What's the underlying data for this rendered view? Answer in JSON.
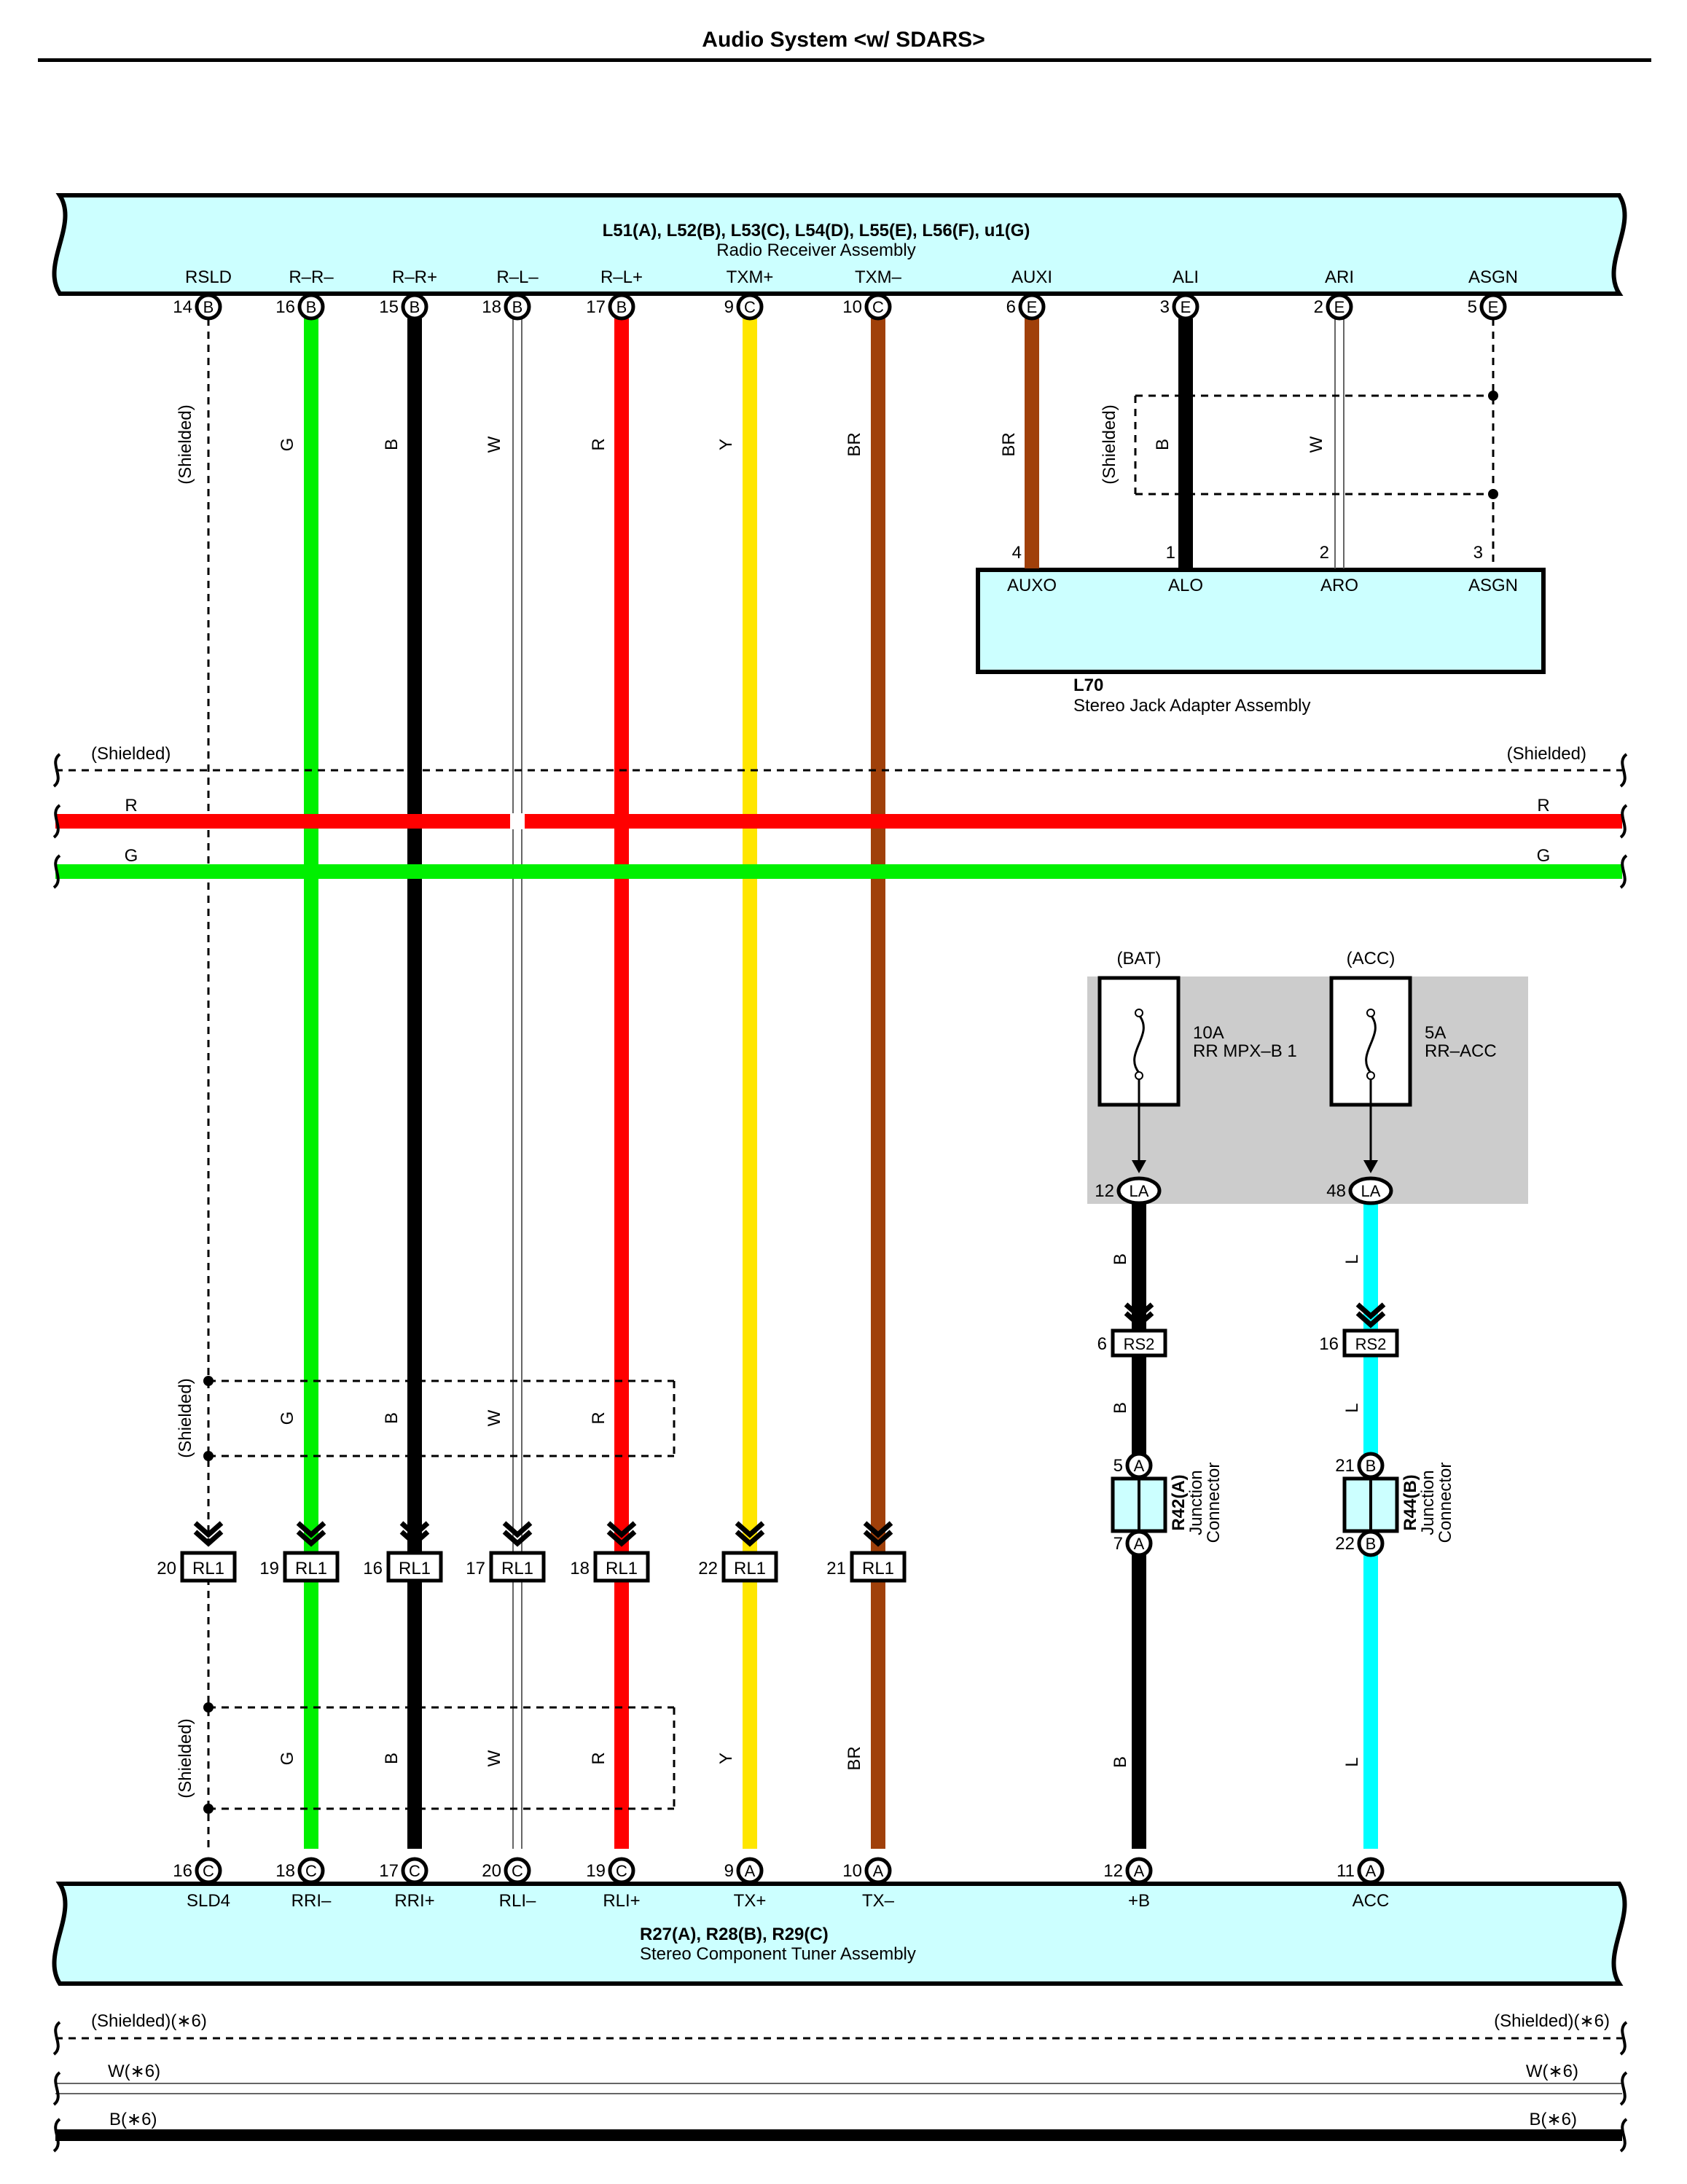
{
  "title": "Audio System <w/ SDARS>",
  "colors": {
    "G": "#00f000",
    "B": "#000000",
    "W": "#ffffff",
    "R": "#ff0000",
    "Y": "#ffe600",
    "BR": "#a0400a",
    "L": "#00ffff",
    "component_fill": "#ccffff",
    "relay_box_fill": "#cccccc"
  },
  "radio_receiver": {
    "part_ids": "L51(A), L52(B), L53(C), L54(D), L55(E), L56(F), u1(G)",
    "name": "Radio Receiver Assembly",
    "pins": [
      {
        "label": "RSLD",
        "num": "14",
        "conn": "B"
      },
      {
        "label": "R–R–",
        "num": "16",
        "conn": "B"
      },
      {
        "label": "R–R+",
        "num": "15",
        "conn": "B"
      },
      {
        "label": "R–L–",
        "num": "18",
        "conn": "B"
      },
      {
        "label": "R–L+",
        "num": "17",
        "conn": "B"
      },
      {
        "label": "TXM+",
        "num": "9",
        "conn": "C"
      },
      {
        "label": "TXM–",
        "num": "10",
        "conn": "C"
      },
      {
        "label": "AUXI",
        "num": "6",
        "conn": "E"
      },
      {
        "label": "ALI",
        "num": "3",
        "conn": "E"
      },
      {
        "label": "ARI",
        "num": "2",
        "conn": "E"
      },
      {
        "label": "ASGN",
        "num": "5",
        "conn": "E"
      }
    ]
  },
  "upper_wire_labels": [
    "(Shielded)",
    "G",
    "B",
    "W",
    "R",
    "Y",
    "BR",
    "BR",
    "(Shielded)",
    "B",
    "W"
  ],
  "jack_adapter": {
    "part_id": "L70",
    "name": "Stereo Jack Adapter Assembly",
    "pins": [
      {
        "label": "AUXO",
        "num": "4"
      },
      {
        "label": "ALO",
        "num": "1"
      },
      {
        "label": "ARO",
        "num": "2"
      },
      {
        "label": "ASGN",
        "num": "3"
      }
    ]
  },
  "bus_top": {
    "shielded_left": "(Shielded)",
    "shielded_right": "(Shielded)",
    "r_left": "R",
    "r_right": "R",
    "g_left": "G",
    "g_right": "G"
  },
  "fuses": [
    {
      "source": "(BAT)",
      "amp": "10A",
      "name": "RR MPX–B 1",
      "pin_num": "12",
      "conn": "LA",
      "wire1": "B",
      "rs_num": "6",
      "rs_conn": "RS2",
      "wire2": "B",
      "junction": {
        "top_num": "5",
        "top_conn": "A",
        "bot_num": "7",
        "bot_conn": "A",
        "id": "R42(A)",
        "name": "Junction",
        "name2": "Connector"
      },
      "wire3": "B"
    },
    {
      "source": "(ACC)",
      "amp": "5A",
      "name": "RR–ACC",
      "pin_num": "48",
      "conn": "LA",
      "wire1": "L",
      "rs_num": "16",
      "rs_conn": "RS2",
      "wire2": "L",
      "junction": {
        "top_num": "21",
        "top_conn": "B",
        "bot_num": "22",
        "bot_conn": "B",
        "id": "R44(B)",
        "name": "Junction",
        "name2": "Connector"
      },
      "wire3": "L"
    }
  ],
  "rl_connectors": [
    {
      "num": "20",
      "conn": "RL1"
    },
    {
      "num": "19",
      "conn": "RL1"
    },
    {
      "num": "16",
      "conn": "RL1"
    },
    {
      "num": "17",
      "conn": "RL1"
    },
    {
      "num": "18",
      "conn": "RL1"
    },
    {
      "num": "22",
      "conn": "RL1"
    },
    {
      "num": "21",
      "conn": "RL1"
    }
  ],
  "mid_shield": {
    "label": "(Shielded)",
    "wires": [
      "G",
      "B",
      "W",
      "R"
    ]
  },
  "low_shield": {
    "label": "(Shielded)",
    "wires": [
      "G",
      "B",
      "W",
      "R",
      "Y",
      "BR"
    ]
  },
  "tuner": {
    "part_ids": "R27(A), R28(B), R29(C)",
    "name": "Stereo Component Tuner Assembly",
    "pins": [
      {
        "label": "SLD4",
        "num": "16",
        "conn": "C"
      },
      {
        "label": "RRI–",
        "num": "18",
        "conn": "C"
      },
      {
        "label": "RRI+",
        "num": "17",
        "conn": "C"
      },
      {
        "label": "RLI–",
        "num": "20",
        "conn": "C"
      },
      {
        "label": "RLI+",
        "num": "19",
        "conn": "C"
      },
      {
        "label": "TX+",
        "num": "9",
        "conn": "A"
      },
      {
        "label": "TX–",
        "num": "10",
        "conn": "A"
      },
      {
        "label": "+B",
        "num": "12",
        "conn": "A"
      },
      {
        "label": "ACC",
        "num": "11",
        "conn": "A"
      }
    ]
  },
  "bus_bottom": {
    "shielded_left": "(Shielded)(∗6)",
    "shielded_right": "(Shielded)(∗6)",
    "w_left": "W(∗6)",
    "w_right": "W(∗6)",
    "b_left": "B(∗6)",
    "b_right": "B(∗6)"
  }
}
